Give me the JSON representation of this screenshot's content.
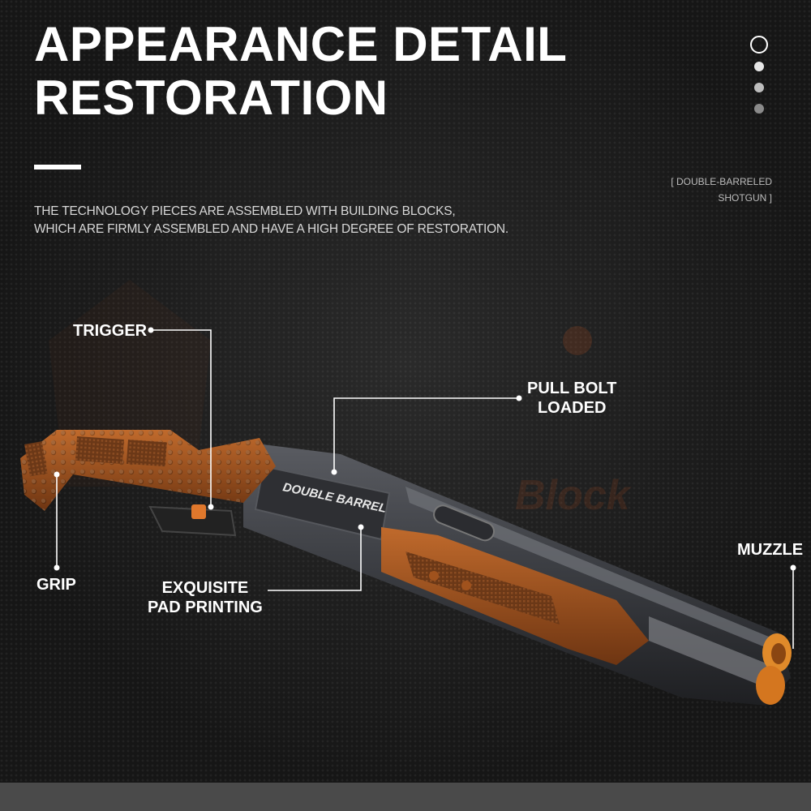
{
  "header": {
    "title_line1": "APPEARANCE DETAIL",
    "title_line2": "RESTORATION"
  },
  "description": {
    "line1": "THE TECHNOLOGY PIECES ARE ASSEMBLED WITH BUILDING BLOCKS,",
    "line2": "WHICH ARE FIRMLY ASSEMBLED AND HAVE A HIGH DEGREE OF RESTORATION."
  },
  "product_tag": {
    "line1": "[ DOUBLE-BARRELED",
    "line2": "SHOTGUN ]"
  },
  "pager": {
    "total": 4,
    "active_index": 0
  },
  "callouts": {
    "trigger": "TRIGGER",
    "pull_bolt_line1": "PULL BOLT",
    "pull_bolt_line2": "LOADED",
    "muzzle": "MUZZLE",
    "grip": "GRIP",
    "pad_printing_line1": "EXQUISITE",
    "pad_printing_line2": "PAD PRINTING"
  },
  "gun_print": "DOUBLE BARREL",
  "watermark": "Block",
  "colors": {
    "background": "#161616",
    "accent_orange": "#c4621f",
    "brick_brown": "#8a4a22",
    "barrel_grey": "#3b3d42",
    "callout_line": "#ffffff"
  }
}
